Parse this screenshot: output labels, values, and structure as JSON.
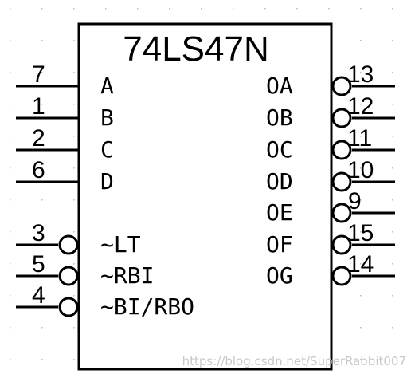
{
  "chip": {
    "title": "74LS47N"
  },
  "left_pins": [
    {
      "num": "7",
      "label": "A",
      "inverted": false
    },
    {
      "num": "1",
      "label": "B",
      "inverted": false
    },
    {
      "num": "2",
      "label": "C",
      "inverted": false
    },
    {
      "num": "6",
      "label": "D",
      "inverted": false
    },
    {
      "num": "3",
      "label": "~LT",
      "inverted": true
    },
    {
      "num": "5",
      "label": "~RBI",
      "inverted": true
    },
    {
      "num": "4",
      "label": "~BI/RBO",
      "inverted": true
    }
  ],
  "right_pins": [
    {
      "num": "13",
      "label": "OA",
      "inverted": true
    },
    {
      "num": "12",
      "label": "OB",
      "inverted": true
    },
    {
      "num": "11",
      "label": "OC",
      "inverted": true
    },
    {
      "num": "10",
      "label": "OD",
      "inverted": true
    },
    {
      "num": "9",
      "label": "OE",
      "inverted": true
    },
    {
      "num": "15",
      "label": "OF",
      "inverted": true
    },
    {
      "num": "14",
      "label": "OG",
      "inverted": true
    }
  ],
  "watermark": "https://blog.csdn.net/SuperRabbit007",
  "colors": {
    "line": "#000000",
    "background": "#ffffff",
    "grid_dot": "#bdbdbd",
    "watermark": "#c8c8c8"
  }
}
